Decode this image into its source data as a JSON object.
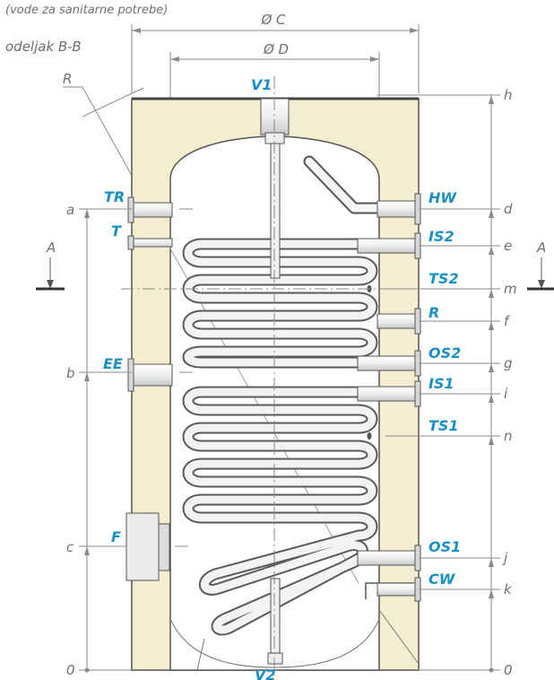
{
  "header": {
    "note": "(vode za sanitarne potrebe)",
    "section": "odeljak B-B"
  },
  "dimensions": {
    "outer_diameter": "Ø C",
    "inner_diameter": "Ø D",
    "left_levels": [
      "a",
      "b",
      "c",
      "0"
    ],
    "right_levels": [
      "h",
      "d",
      "e",
      "m",
      "f",
      "g",
      "i",
      "n",
      "j",
      "k",
      "0"
    ],
    "radius": "R"
  },
  "connections": {
    "top": "V1",
    "bottom": "V2",
    "left": [
      "TR",
      "T",
      "EE",
      "F"
    ],
    "right": [
      "HW",
      "IS2",
      "TS2",
      "R",
      "OS2",
      "IS1",
      "TS1",
      "OS1",
      "CW"
    ]
  },
  "section_marks": {
    "left": "A",
    "right": "A"
  },
  "colors": {
    "insulation": "#f4edcf",
    "tank": "#ffffff",
    "outline": "#555555",
    "label_blue": "#1a8fc4",
    "label_gray": "#6f6f6f"
  }
}
